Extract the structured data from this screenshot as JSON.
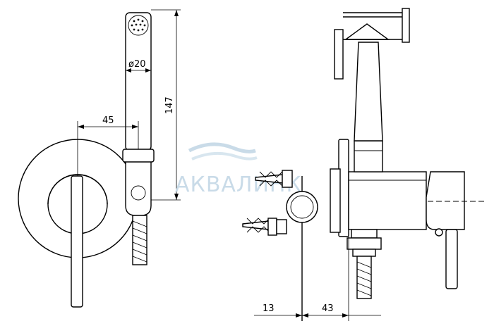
{
  "dimensions": {
    "hose_diameter": "ø20",
    "height": "147",
    "offset": "45",
    "wall_gap": "13",
    "depth": "43"
  },
  "watermark": {
    "text": "АКВАЛИНК"
  }
}
